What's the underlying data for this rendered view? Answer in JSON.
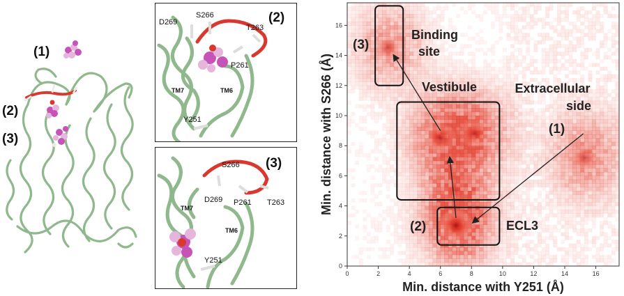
{
  "left_panel": {
    "labels": [
      "(1)",
      "(2)",
      "(3)"
    ]
  },
  "inset_top": {
    "tag": "(2)",
    "residues": [
      "D269",
      "S266",
      "T263",
      "P261",
      "Y251"
    ],
    "helices": [
      "TM7",
      "TM6"
    ]
  },
  "inset_bottom": {
    "tag": "(3)",
    "residues": [
      "S266",
      "D269",
      "P261",
      "T263",
      "Y251"
    ],
    "helices": [
      "TM7",
      "TM6"
    ]
  },
  "heatmap": {
    "xlabel": "Min. distance with Y251 (Å)",
    "ylabel": "Min. distance with S266 (Å)",
    "x_ticks": [
      "0",
      "2",
      "4",
      "6",
      "8",
      "10",
      "12",
      "14",
      "16"
    ],
    "y_ticks": [
      "0",
      "2",
      "4",
      "6",
      "8",
      "10",
      "12",
      "14",
      "16"
    ],
    "regions": {
      "binding_site": [
        "Binding",
        "site"
      ],
      "vestibule": "Vestibule",
      "extracellular": [
        "Extracellular",
        "side"
      ],
      "ecl3": "ECL3"
    },
    "region_tags": [
      "(1)",
      "(2)",
      "(3)"
    ]
  },
  "chart_data": {
    "type": "heatmap",
    "xlabel": "Min. distance with Y251 (Å)",
    "ylabel": "Min. distance with S266 (Å)",
    "xlim": [
      0,
      17.5
    ],
    "ylim": [
      0,
      17.5
    ],
    "colormap": "white-to-red",
    "hotspots": [
      {
        "x": 7.0,
        "y": 2.7,
        "intensity": 1.0
      },
      {
        "x": 6.0,
        "y": 8.5,
        "intensity": 0.75
      },
      {
        "x": 8.2,
        "y": 8.8,
        "intensity": 0.65
      },
      {
        "x": 15.3,
        "y": 7.2,
        "intensity": 0.6
      },
      {
        "x": 2.6,
        "y": 14.5,
        "intensity": 0.55
      },
      {
        "x": 7.0,
        "y": 5.0,
        "intensity": 0.35
      }
    ],
    "boxes": [
      {
        "tag": "(3)",
        "x0": 1.8,
        "x1": 3.6,
        "y0": 12.0,
        "y1": 17.3
      },
      {
        "tag": "vestibule",
        "x0": 3.2,
        "x1": 9.8,
        "y0": 4.4,
        "y1": 10.9
      },
      {
        "tag": "(2)",
        "x0": 5.8,
        "x1": 9.8,
        "y0": 1.4,
        "y1": 3.9
      }
    ],
    "arrows": [
      {
        "from": [
          15.2,
          8.8
        ],
        "to": [
          8.1,
          2.9
        ]
      },
      {
        "from": [
          7.0,
          3.2
        ],
        "to": [
          6.6,
          7.2
        ]
      },
      {
        "from": [
          6.0,
          9.0
        ],
        "to": [
          3.0,
          14.0
        ]
      }
    ]
  },
  "colors": {
    "helix": "#8fb88c",
    "loop": "#d9382e",
    "ligand": "#c653b7",
    "ligand_light": "#e6b5dc"
  }
}
